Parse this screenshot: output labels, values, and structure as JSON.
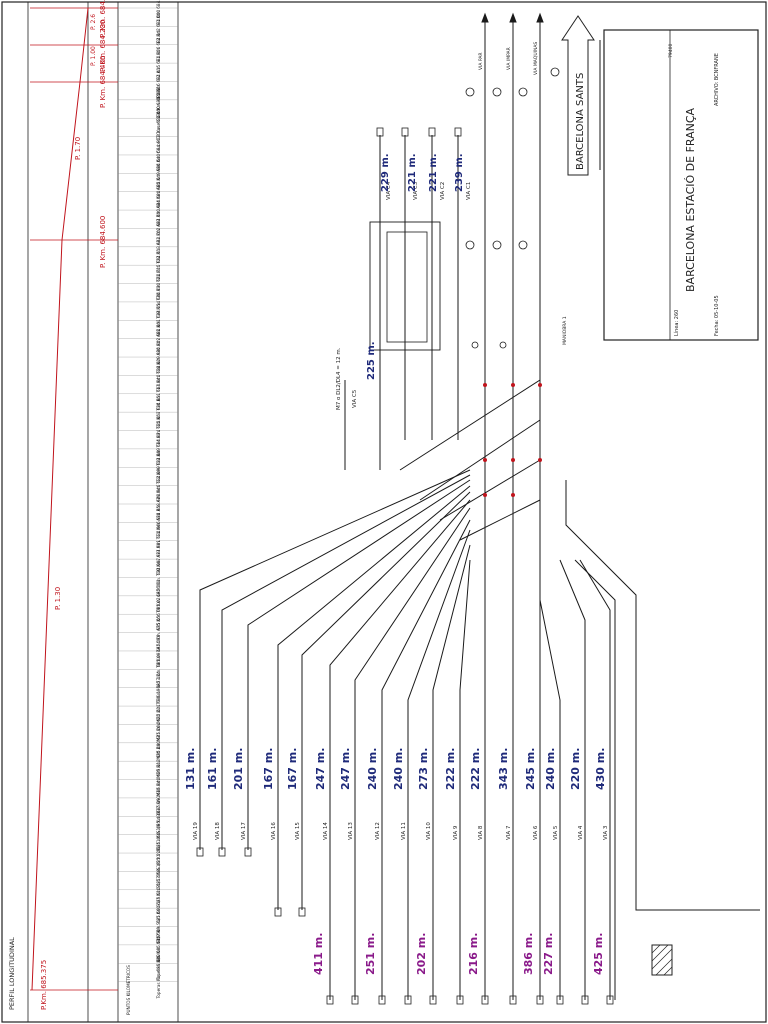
{
  "title_block": {
    "station": "BARCELONA ESTACIÓ DE FRANÇA",
    "code": "79400",
    "line": "Línea: 260",
    "date": "Fecha: 05-10-05",
    "archive": "ARCHIVO: BCNFRANE"
  },
  "direction_box": {
    "label": "BARCELONA SANTS"
  },
  "profile": {
    "header": "PERFIL LONGITUDINAL",
    "km_labels": [
      "P.Km. 685.375",
      "P. Km. 684.600",
      "P. Km. 684.400",
      "P. Km. 684.230",
      "P. Km. 684.000"
    ],
    "gradients": [
      "P. 1.30",
      "P. 1.70",
      "P. 1.00",
      "P. 2.6"
    ]
  },
  "km_table": {
    "footer": "PUNTOS KILOMETRICOS",
    "entries": [
      "E1 Km. 684.018",
      "E2 Km. 684.000",
      "E1 Km. 684.342",
      "E2 Km. 684.356",
      "E3 Km. 684.415",
      "E4 Km. 684.516",
      "Cruce C1 Km. 684.588",
      "Cruce C2 Km. 684.600",
      "A86 Km. 684.603",
      "A85 Km. 684.640",
      "A84 Km. 684.649",
      "A83 Km. 684.680",
      "A82 Km. 684.700",
      "T22 Km. 684.702",
      "T21 Km. 684.713",
      "T20 Km. 684.715",
      "T19 Km. 684.730",
      "A81 Km. 684.754",
      "A80 Km. 684.801",
      "T18 Km. 684.802",
      "T17 Km. 684.829",
      "T16 Km. 684.840",
      "T15 Km. 684.851",
      "T14 Km. 684.857",
      "T13 Km. 684.874",
      "T12 Km. 684.889",
      "A79 Km. 684.899",
      "A78 Km. 684.946",
      "T11 Km. 684.958",
      "A77 Km. 684.966",
      "T10 Km. 684.981",
      "A76 Km. 684.987",
      "T9 Km. 685.001",
      "A75 Km. 685.024",
      "A74 Km. 685.056",
      "T8 Km. 685.079",
      "A73 Km. 685.093",
      "T7 Km. 685.124",
      "M22 Km. 685.193",
      "M21 Km. 685.221",
      "M20 Km. 685.264",
      "M19 Km. 685.280",
      "M18 Km. 685.312",
      "M17 Km. 685.340",
      "S1/9 Km. 685.391",
      "S1/11 Km. 685.432",
      "S1/5 Km. 685.460",
      "S1/13 Km. 685.516",
      "S1/3 Km. 685.558",
      "S1/1 Km. 685.610",
      "S1/7 Km. 685.660",
      "E/S Km. 685.689",
      "Toperas Km. 685.710",
      "Toperas Km. 685.380"
    ]
  },
  "tracks": [
    {
      "via": "VIA 19",
      "upper_len": "131 m.",
      "lower_len": ""
    },
    {
      "via": "VIA 18",
      "upper_len": "161 m.",
      "lower_len": ""
    },
    {
      "via": "VIA 17",
      "upper_len": "201 m.",
      "lower_len": ""
    },
    {
      "via": "VIA 16",
      "upper_len": "167 m.",
      "lower_len": ""
    },
    {
      "via": "VIA 15",
      "upper_len": "167 m.",
      "lower_len": ""
    },
    {
      "via": "VIA 14",
      "upper_len": "247 m.",
      "lower_len": "411 m."
    },
    {
      "via": "VIA 13",
      "upper_len": "247 m.",
      "lower_len": ""
    },
    {
      "via": "VIA 12",
      "upper_len": "240 m.",
      "lower_len": "251 m."
    },
    {
      "via": "VIA 11",
      "upper_len": "240 m.",
      "lower_len": ""
    },
    {
      "via": "VIA 10",
      "upper_len": "273 m.",
      "lower_len": "202 m."
    },
    {
      "via": "VIA 9",
      "upper_len": "222 m.",
      "lower_len": ""
    },
    {
      "via": "VIA 8",
      "upper_len": "222 m.",
      "lower_len": "216 m."
    },
    {
      "via": "VIA 7",
      "upper_len": "343 m.",
      "lower_len": ""
    },
    {
      "via": "VIA 6",
      "upper_len": "245 m.",
      "lower_len": "386 m."
    },
    {
      "via": "VIA 5",
      "upper_len": "240 m.",
      "lower_len": "227 m."
    },
    {
      "via": "VIA 4",
      "upper_len": "220 m.",
      "lower_len": ""
    },
    {
      "via": "VIA 3",
      "upper_len": "430 m.",
      "lower_len": "425 m."
    }
  ],
  "yard": {
    "tracks": [
      {
        "via": "VIA C4",
        "len": "229 m."
      },
      {
        "via": "VIA C3",
        "len": "221 m."
      },
      {
        "via": "VIA C2",
        "len": "221 m."
      },
      {
        "via": "VIA C1",
        "len": "239 m."
      },
      {
        "via": "VIA C5",
        "len": "225 m."
      }
    ],
    "note": "M7 o DL2/DL4 = 12 m."
  },
  "mainline": {
    "via_labels": [
      "VIA PAR",
      "VIA IMPAR",
      "VIA MAQUINAS"
    ],
    "maniobra": "MANIOBRA 1"
  },
  "colors": {
    "ink": "#1a1a1a",
    "red": "#c0141c",
    "navy": "#1f2a7a",
    "purple": "#8a1a8a"
  }
}
